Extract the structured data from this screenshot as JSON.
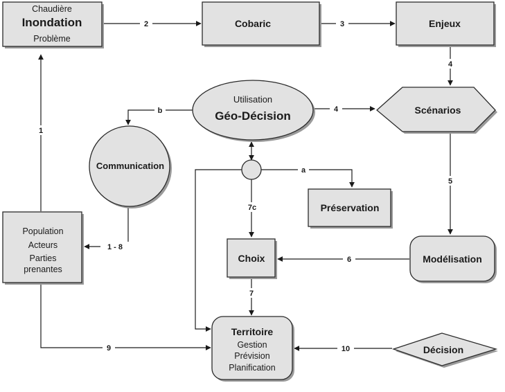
{
  "nodes": {
    "inondation": {
      "top": "Chaudière",
      "main": "Inondation",
      "bottom": "Problème"
    },
    "cobaric": {
      "label": "Cobaric"
    },
    "enjeux": {
      "label": "Enjeux"
    },
    "utilisation": {
      "top": "Utilisation",
      "main": "Géo-Décision"
    },
    "scenarios": {
      "label": "Scénarios"
    },
    "communication": {
      "label": "Communication"
    },
    "preservation": {
      "label": "Préservation"
    },
    "population": {
      "lines": [
        "Population",
        "Acteurs",
        "Parties",
        "prenantes"
      ]
    },
    "choix": {
      "label": "Choix"
    },
    "modelisation": {
      "label": "Modélisation"
    },
    "territoire": {
      "main": "Territoire",
      "lines": [
        "Gestion",
        "Prévision",
        "Planification"
      ]
    },
    "decision": {
      "label": "Décision"
    }
  },
  "edges": {
    "e1": "1",
    "e2": "2",
    "e3": "3",
    "e4a": "4",
    "e4b": "4",
    "e5": "5",
    "e6": "6",
    "e7": "7",
    "e7c": "7c",
    "e9": "9",
    "e10": "10",
    "e18": "1 - 8",
    "ea": "a",
    "eb": "b"
  },
  "colors": {
    "node_fill": "#e2e2e2",
    "shadow": "#9a9a9a",
    "stroke": "#1a1a1a"
  }
}
